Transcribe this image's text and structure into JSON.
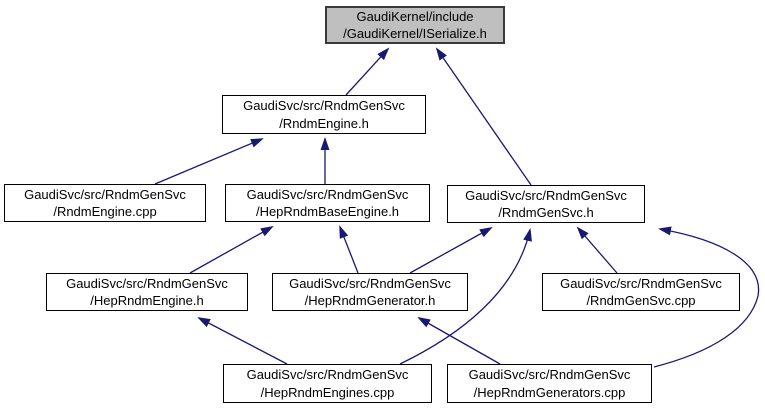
{
  "diagram": {
    "type": "include-dependency-graph",
    "edge_color": "#191970",
    "node_fill": "#ffffff",
    "highlight_fill": "#bfbfbf",
    "node_border": "#000000",
    "nodes": [
      {
        "id": "iserialize-h",
        "line1": "GaudiKernel/include",
        "line2": "/GaudiKernel/ISerialize.h",
        "highlight": true
      },
      {
        "id": "rndmengine-h",
        "line1": "GaudiSvc/src/RndmGenSvc",
        "line2": "/RndmEngine.h",
        "highlight": false
      },
      {
        "id": "rndmengine-cpp",
        "line1": "GaudiSvc/src/RndmGenSvc",
        "line2": "/RndmEngine.cpp",
        "highlight": false
      },
      {
        "id": "heprndmbaseengine-h",
        "line1": "GaudiSvc/src/RndmGenSvc",
        "line2": "/HepRndmBaseEngine.h",
        "highlight": false
      },
      {
        "id": "rndmgensvc-h",
        "line1": "GaudiSvc/src/RndmGenSvc",
        "line2": "/RndmGenSvc.h",
        "highlight": false
      },
      {
        "id": "heprndmengine-h",
        "line1": "GaudiSvc/src/RndmGenSvc",
        "line2": "/HepRndmEngine.h",
        "highlight": false
      },
      {
        "id": "heprndmgenerator-h",
        "line1": "GaudiSvc/src/RndmGenSvc",
        "line2": "/HepRndmGenerator.h",
        "highlight": false
      },
      {
        "id": "rndmgensvc-cpp",
        "line1": "GaudiSvc/src/RndmGenSvc",
        "line2": "/RndmGenSvc.cpp",
        "highlight": false
      },
      {
        "id": "heprndmengines-cpp",
        "line1": "GaudiSvc/src/RndmGenSvc",
        "line2": "/HepRndmEngines.cpp",
        "highlight": false
      },
      {
        "id": "heprndmgenerators-cpp",
        "line1": "GaudiSvc/src/RndmGenSvc",
        "line2": "/HepRndmGenerators.cpp",
        "highlight": false
      }
    ],
    "edges": [
      {
        "from": "rndmengine-h",
        "to": "iserialize-h"
      },
      {
        "from": "rndmgensvc-h",
        "to": "iserialize-h"
      },
      {
        "from": "rndmengine-cpp",
        "to": "rndmengine-h"
      },
      {
        "from": "heprndmbaseengine-h",
        "to": "rndmengine-h"
      },
      {
        "from": "heprndmengine-h",
        "to": "heprndmbaseengine-h"
      },
      {
        "from": "heprndmgenerator-h",
        "to": "heprndmbaseengine-h"
      },
      {
        "from": "heprndmgenerator-h",
        "to": "rndmgensvc-h"
      },
      {
        "from": "rndmgensvc-cpp",
        "to": "rndmgensvc-h"
      },
      {
        "from": "heprndmengines-cpp",
        "to": "rndmgensvc-h"
      },
      {
        "from": "heprndmgenerators-cpp",
        "to": "rndmgensvc-h"
      },
      {
        "from": "heprndmengines-cpp",
        "to": "heprndmengine-h"
      },
      {
        "from": "heprndmgenerators-cpp",
        "to": "heprndmgenerator-h"
      }
    ]
  }
}
